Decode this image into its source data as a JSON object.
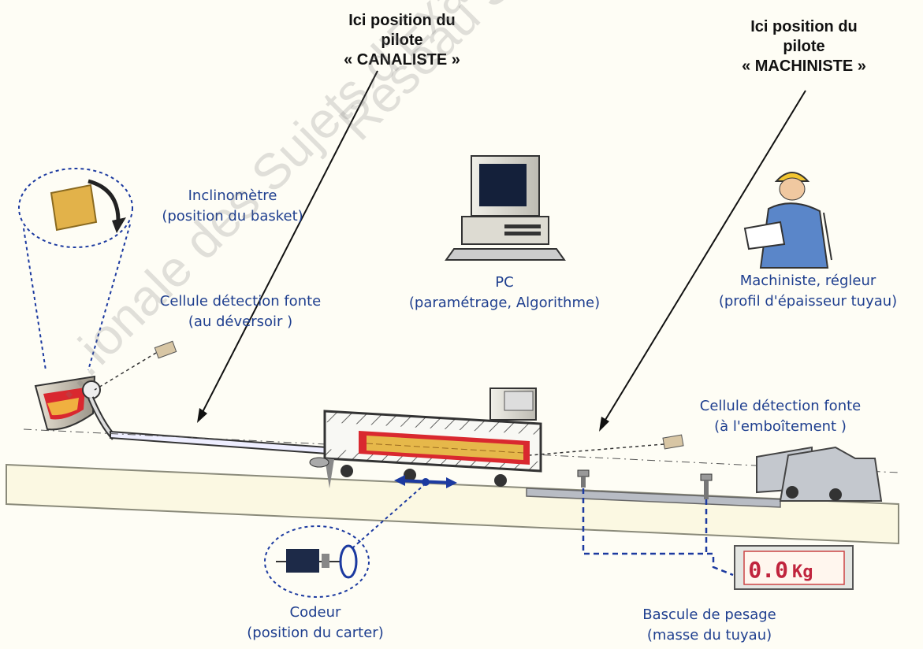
{
  "labels": {
    "canaliste": [
      "Ici position du",
      "pilote",
      "« CANALISTE »"
    ],
    "machiniste": [
      "Ici position du",
      "pilote",
      "« MACHINISTE »"
    ],
    "inclinometre": [
      "Inclinomètre",
      "(position du basket)"
    ],
    "pc": [
      "PC",
      "(paramétrage,  Algorithme)"
    ],
    "machiniste_role": [
      "Machiniste, régleur",
      "(profil d'épaisseur tuyau)"
    ],
    "cellule_deversoir": [
      "Cellule détection fonte",
      "(au déversoir )"
    ],
    "cellule_emboitement": [
      "Cellule détection fonte",
      "(à l'emboîtement )"
    ],
    "codeur": [
      "Codeur",
      "(position du carter)"
    ],
    "bascule": [
      "Bascule de pesage",
      "(masse du tuyau)"
    ]
  },
  "scale_display": {
    "value": "0.0",
    "unit": "Kg"
  },
  "watermark": {
    "line1": "…ionale des Sujets d'Exam…",
    "line2": "Réseau S…"
  },
  "colors": {
    "label_blue": "#1f3f8f",
    "dashed_blue": "#1c3aa0",
    "molten_red": "#d9282f",
    "molten_yellow": "#e6b84a",
    "scale_digits": "#c0243d"
  }
}
